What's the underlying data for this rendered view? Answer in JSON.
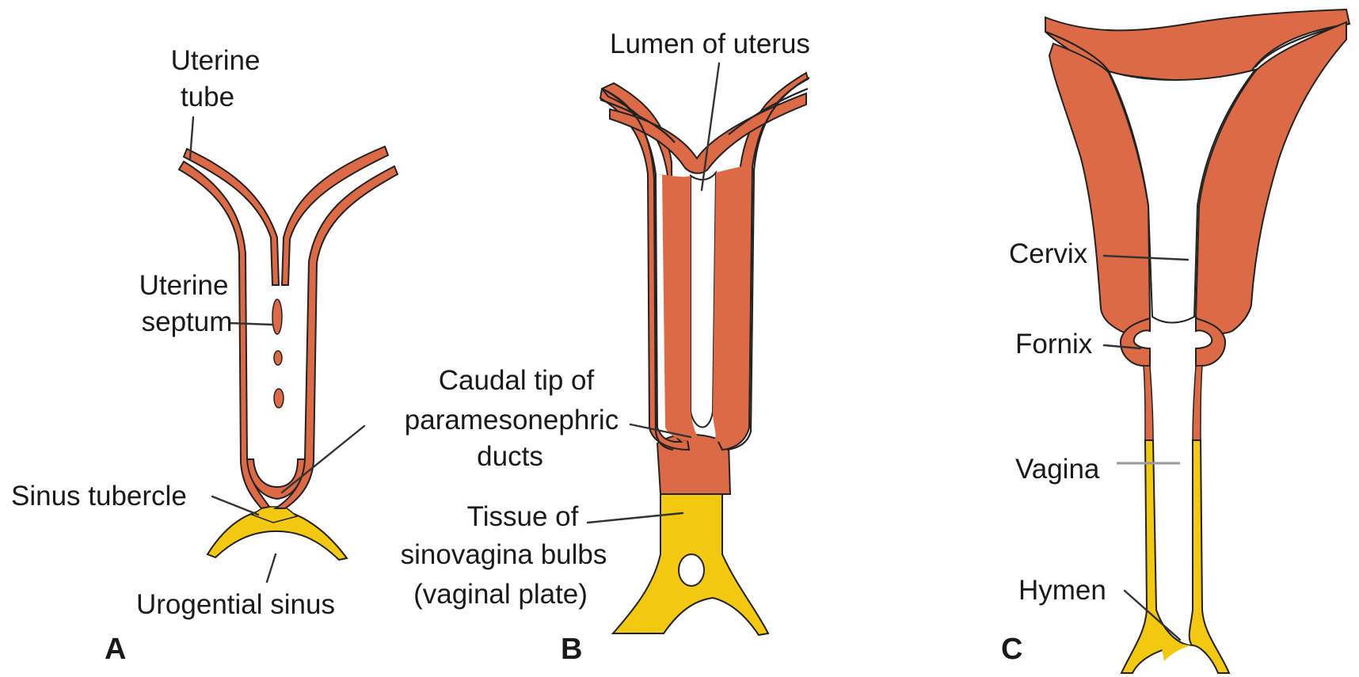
{
  "colors": {
    "muscle": "#dd6a46",
    "sinus": "#f2c811",
    "outline": "#222222",
    "lumen": "#ffffff"
  },
  "panels": {
    "a": {
      "letter": "A",
      "labels": {
        "uterine_tube_1": "Uterine",
        "uterine_tube_2": "tube",
        "uterine_septum_1": "Uterine",
        "uterine_septum_2": "septum",
        "sinus_tubercle": "Sinus tubercle",
        "urogenital_sinus": "Urogential sinus"
      }
    },
    "b": {
      "letter": "B",
      "labels": {
        "lumen_of_uterus": "Lumen of uterus",
        "caudal_tip_1": "Caudal tip of",
        "caudal_tip_2": "paramesonephric",
        "caudal_tip_3": "ducts",
        "tissue_1": "Tissue of",
        "tissue_2": "sinovagina bulbs",
        "tissue_3": "(vaginal plate)"
      }
    },
    "c": {
      "letter": "C",
      "labels": {
        "cervix": "Cervix",
        "fornix": "Fornix",
        "vagina": "Vagina",
        "hymen": "Hymen"
      }
    }
  }
}
